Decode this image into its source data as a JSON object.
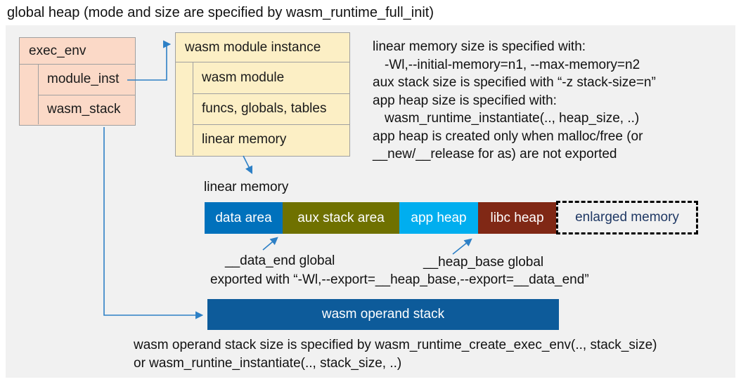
{
  "title": "global heap (mode and size are specified by wasm_runtime_full_init)",
  "boxes": {
    "exec_env": {
      "header": "exec_env",
      "rows": [
        "module_inst",
        "wasm_stack"
      ]
    },
    "module_instance": {
      "header": "wasm module instance",
      "rows": [
        "wasm module",
        "funcs, globals, tables",
        "linear memory"
      ]
    }
  },
  "notes": {
    "lines": [
      "linear memory size is specified with:",
      "-Wl,--initial-memory=n1, --max-memory=n2",
      "aux stack size is specified with “-z stack-size=n”",
      "app heap size is specified with:",
      "wasm_runtime_instantiate(.., heap_size, ..)",
      "app heap is created only when malloc/free (or",
      "__new/__release for as) are not exported"
    ]
  },
  "linear_memory": {
    "label": "linear memory",
    "segments": [
      {
        "label": "data area",
        "color": "#0071bc"
      },
      {
        "label": "aux stack area",
        "color": "#6f7100"
      },
      {
        "label": "app heap",
        "color": "#00aeef"
      },
      {
        "label": "libc heap",
        "color": "#802815"
      },
      {
        "label": "enlarged memory",
        "color": "transparent",
        "text_color": "#1f3864",
        "border_color": "#000000"
      }
    ]
  },
  "annotations": {
    "data_end": "__data_end global",
    "heap_base": "__heap_base global",
    "export_line": "exported with “-Wl,--export=__heap_base,--export=__data_end”"
  },
  "operand_stack": {
    "label": "wasm operand stack",
    "color": "#0d5b9a"
  },
  "footer": {
    "lines": [
      "wasm operand stack size is specified by wasm_runtime_create_exec_env(.., stack_size)",
      "or wasm_runtine_instantiate(.., stack_size, ..)"
    ]
  },
  "colors": {
    "canvas": "#f1f1f1",
    "exec_env_fill": "#fbd9c7",
    "module_instance_fill": "#fcefc5",
    "box_border": "#a0a0a0",
    "arrow": "#2d80c6",
    "title_text": "#111111"
  }
}
